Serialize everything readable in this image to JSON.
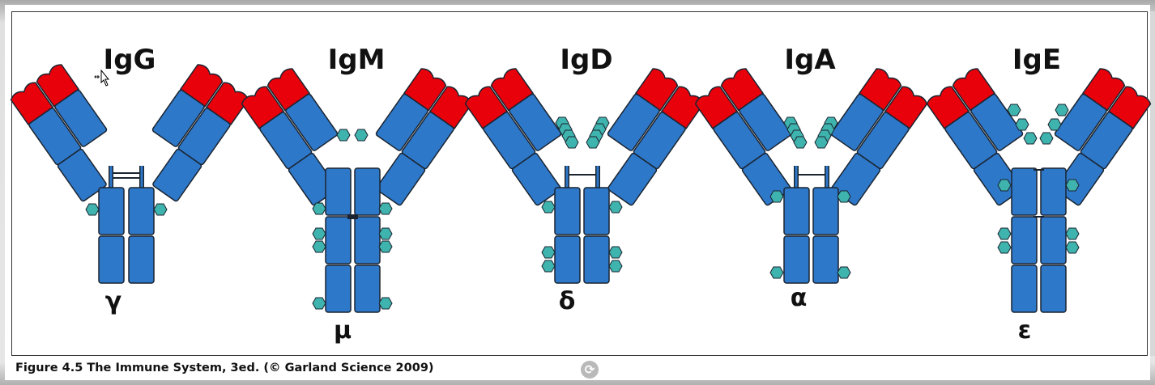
{
  "antibodies": [
    {
      "name": "IgG",
      "chain": "γ"
    },
    {
      "name": "IgM",
      "chain": "μ"
    },
    {
      "name": "IgD",
      "chain": "δ"
    },
    {
      "name": "IgA",
      "chain": "α"
    },
    {
      "name": "IgE",
      "chain": "ε"
    }
  ],
  "caption": "Figure 4.5  The Immune System, 3ed. (© Garland Science 2009)",
  "colors": {
    "variable_region": "#e8000b",
    "constant_region": "#2e78c9",
    "carbohydrate": "#3fb3ad",
    "outline": "#1a2430"
  },
  "icons": {
    "rotate": "rotate-icon",
    "cursor": "move-cursor-icon"
  }
}
